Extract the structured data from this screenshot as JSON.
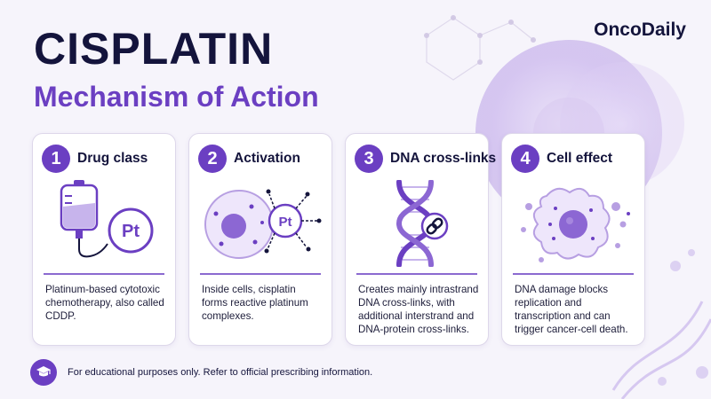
{
  "brand": "OncoDaily",
  "title": "CISPLATIN",
  "subtitle": "Mechanism of Action",
  "cards": [
    {
      "number": "1",
      "title": "Drug class",
      "text": "Platinum-based cytotoxic chemotherapy, also called CDDP.",
      "icon": "iv-bag-icon",
      "icon_label": "Pt"
    },
    {
      "number": "2",
      "title": "Activation",
      "text": "Inside cells, cisplatin forms reactive platinum complexes.",
      "icon": "cell-activation-icon",
      "icon_label": "Pt"
    },
    {
      "number": "3",
      "title": "DNA cross-links",
      "text": "Creates mainly intrastrand DNA cross-links, with additional interstrand and DNA-protein cross-links.",
      "icon": "dna-link-icon"
    },
    {
      "number": "4",
      "title": "Cell effect",
      "text": "DNA damage blocks replication and transcription and can trigger cancer-cell death.",
      "icon": "damaged-cell-icon"
    }
  ],
  "footer": {
    "text": "For educational purposes only. Refer to official prescribing information.",
    "icon": "graduation-cap-icon"
  },
  "colors": {
    "accent": "#6b3fc2",
    "navy": "#14143c",
    "background": "#f6f4fb",
    "light_purple": "#cbb8ee"
  }
}
